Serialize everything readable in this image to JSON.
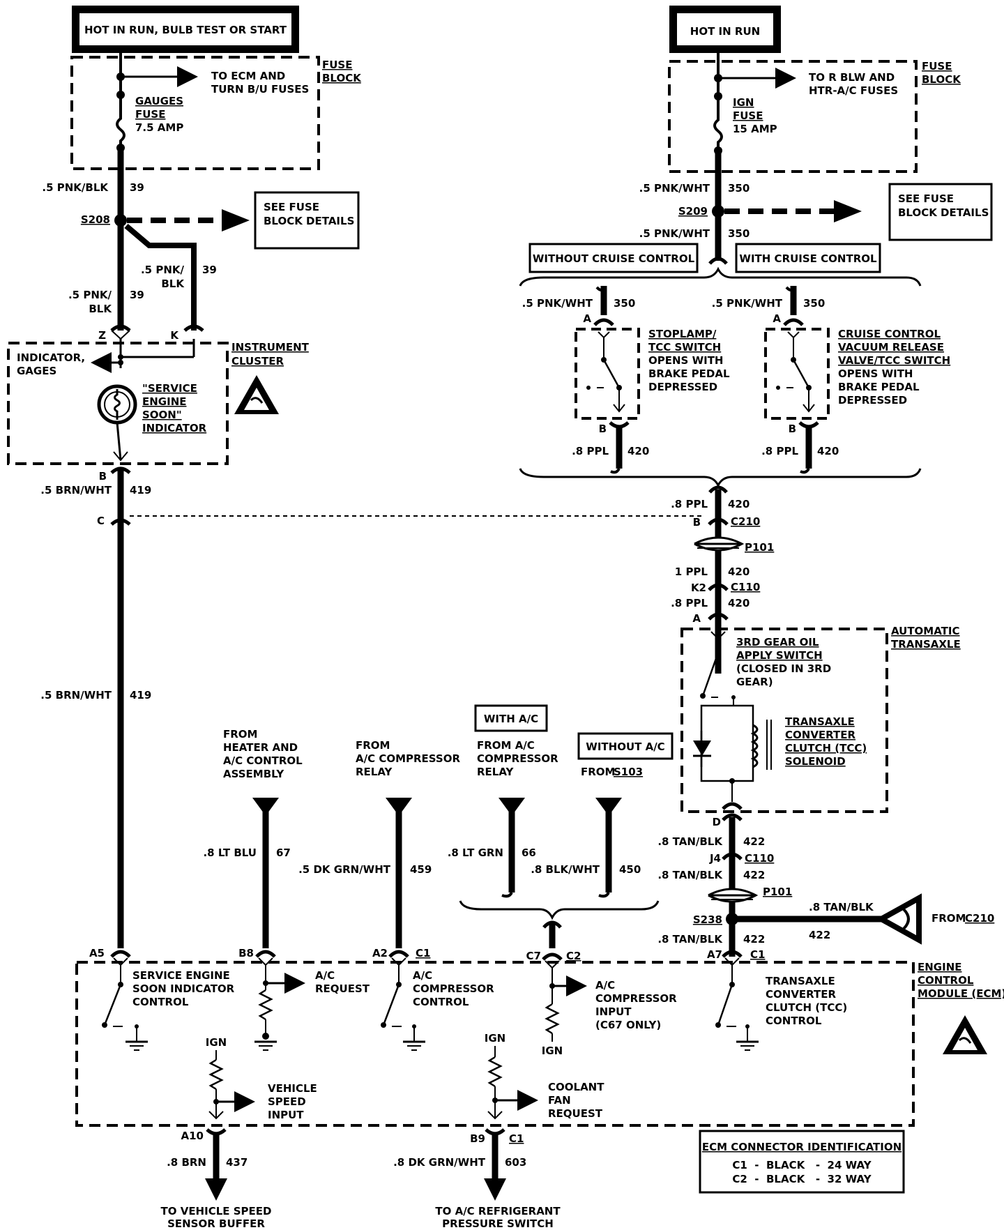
{
  "power": {
    "left_title": "HOT IN RUN, BULB TEST OR START",
    "right_title": "HOT IN RUN"
  },
  "fuse_block_left": {
    "box_label": [
      "FUSE",
      "BLOCK"
    ],
    "to_label": [
      "TO ECM AND",
      "TURN B/U FUSES"
    ],
    "fuse_label": [
      "GAUGES",
      "FUSE",
      "7.5 AMP"
    ]
  },
  "fuse_block_right": {
    "box_label": [
      "FUSE",
      "BLOCK"
    ],
    "to_label": [
      "TO R BLW AND",
      "HTR-A/C FUSES"
    ],
    "fuse_label": [
      "IGN",
      "FUSE",
      "15 AMP"
    ]
  },
  "left_circuit": {
    "wire_top": ".5 PNK/BLK",
    "wire_top_num": "39",
    "splice": "S208",
    "see_fuse": [
      "SEE FUSE",
      "BLOCK DETAILS"
    ],
    "wire_k": [
      ".5 PNK/",
      "BLK"
    ],
    "wire_k_num": "39",
    "wire_z": [
      ".5 PNK/",
      "BLK"
    ],
    "wire_z_num": "39",
    "pin_z": "Z",
    "pin_k": "K",
    "cluster_label": [
      "INSTRUMENT",
      "CLUSTER"
    ],
    "indicator_gages": [
      "INDICATOR,",
      "GAGES"
    ],
    "ses_label": [
      "\"SERVICE",
      "ENGINE",
      "SOON\"",
      "INDICATOR"
    ],
    "pin_b": "B",
    "wire_419": ".5 BRN/WHT",
    "wire_419_num": "419",
    "pin_c": "C",
    "wire_419_mid": ".5 BRN/WHT",
    "wire_419_mid_num": "419"
  },
  "right_circuit": {
    "wire_350a": ".5 PNK/WHT",
    "wire_350a_num": "350",
    "splice": "S209",
    "see_fuse": [
      "SEE FUSE",
      "BLOCK DETAILS"
    ],
    "wire_350b": ".5 PNK/WHT",
    "wire_350b_num": "350",
    "without_cruise": "WITHOUT CRUISE CONTROL",
    "with_cruise": "WITH CRUISE CONTROL",
    "wc1": ".5 PNK/WHT",
    "wc1_num": "350",
    "wc2": ".5 PNK/WHT",
    "wc2_num": "350",
    "pin_a1": "A",
    "pin_a2": "A",
    "stoplamp": [
      "STOPLAMP/",
      "TCC SWITCH",
      "OPENS WITH",
      "BRAKE PEDAL",
      "DEPRESSED"
    ],
    "cruise_switch": [
      "CRUISE CONTROL",
      "VACUUM RELEASE",
      "VALVE/TCC SWITCH",
      "OPENS WITH",
      "BRAKE PEDAL",
      "DEPRESSED"
    ],
    "pin_b1": "B",
    "pin_b2": "B",
    "w420a": ".8 PPL",
    "w420a_num": "420",
    "w420b": ".8 PPL",
    "w420b_num": "420",
    "w420c": ".8 PPL",
    "w420c_num": "420",
    "pin_b_c210": "B",
    "c210": "C210",
    "p101a": "P101",
    "w420d": "1 PPL",
    "w420d_num": "420",
    "pin_k2": "K2",
    "c110a": "C110",
    "w420e": ".8 PPL",
    "w420e_num": "420",
    "pin_a3": "A",
    "trans_label": [
      "AUTOMATIC",
      "TRANSAXLE"
    ],
    "oil_switch": [
      "3RD GEAR OIL",
      "APPLY SWITCH",
      "(CLOSED IN 3RD",
      "GEAR)"
    ],
    "tcc_solenoid": [
      "TRANSAXLE",
      "CONVERTER",
      "CLUTCH (TCC)",
      "SOLENOID"
    ],
    "pin_d": "D",
    "w422a": ".8 TAN/BLK",
    "w422a_num": "422",
    "pin_j4": "J4",
    "c110b": "C110",
    "w422b": ".8 TAN/BLK",
    "w422b_num": "422",
    "p101b": "P101",
    "splice238": "S238",
    "w422c": ".8 TAN/BLK",
    "w422c_num": "422",
    "from_wire": ".8 TAN/BLK",
    "from_wire_num": "422",
    "from_c210": "FROM",
    "from_c210_u": "C210",
    "pin_a7": "A7",
    "c1_a7": "C1"
  },
  "middle_inputs": {
    "heater": [
      "FROM",
      "HEATER AND",
      "A/C CONTROL",
      "ASSEMBLY"
    ],
    "w67": ".8 LT BLU",
    "w67_num": "67",
    "compressor": [
      "FROM",
      "A/C COMPRESSOR",
      "RELAY"
    ],
    "w459": ".5 DK GRN/WHT",
    "w459_num": "459",
    "with_ac": "WITH A/C",
    "with_ac_from": [
      "FROM  A/C",
      "COMPRESSOR",
      "RELAY"
    ],
    "w66": ".8 LT GRN",
    "w66_num": "66",
    "without_ac": "WITHOUT A/C",
    "from_s103": "FROM",
    "from_s103_u": "S103",
    "w450": ".8 BLK/WHT",
    "w450_num": "450"
  },
  "ecm": {
    "label": [
      "ENGINE",
      "CONTROL",
      "MODULE (ECM)"
    ],
    "pin_a5": "A5",
    "pin_b8": "B8",
    "pin_a2": "A2",
    "c1_a2": "C1",
    "pin_c7": "C7",
    "c2_c7": "C2",
    "ses_ctrl": [
      "SERVICE ENGINE",
      "SOON INDICATOR",
      "CONTROL"
    ],
    "ac_request": [
      "A/C",
      "REQUEST"
    ],
    "ac_comp_ctrl": [
      "A/C",
      "COMPRESSOR",
      "CONTROL"
    ],
    "ac_comp_input": [
      "A/C",
      "COMPRESSOR",
      "INPUT",
      "(C67 ONLY)"
    ],
    "ign1": "IGN",
    "tcc_ctrl": [
      "TRANSAXLE",
      "CONVERTER",
      "CLUTCH (TCC)",
      "CONTROL"
    ],
    "ign2": "IGN",
    "ign3": "IGN",
    "vss_input": [
      "VEHICLE",
      "SPEED",
      "INPUT"
    ],
    "coolant": [
      "COOLANT",
      "FAN",
      "REQUEST"
    ],
    "pin_a10": "A10",
    "pin_b9": "B9",
    "c1_b9": "C1",
    "w437": ".8 BRN",
    "w437_num": "437",
    "w603": ".8 DK GRN/WHT",
    "w603_num": "603",
    "to_vss": [
      "TO VEHICLE SPEED",
      "SENSOR BUFFER"
    ],
    "to_ac": [
      "TO A/C REFRIGERANT",
      "PRESSURE SWITCH"
    ]
  },
  "connector_table": {
    "title": "ECM CONNECTOR IDENTIFICATION",
    "rows": [
      "C1  -  BLACK   -  24 WAY",
      "C2  -  BLACK   -  32 WAY"
    ]
  }
}
